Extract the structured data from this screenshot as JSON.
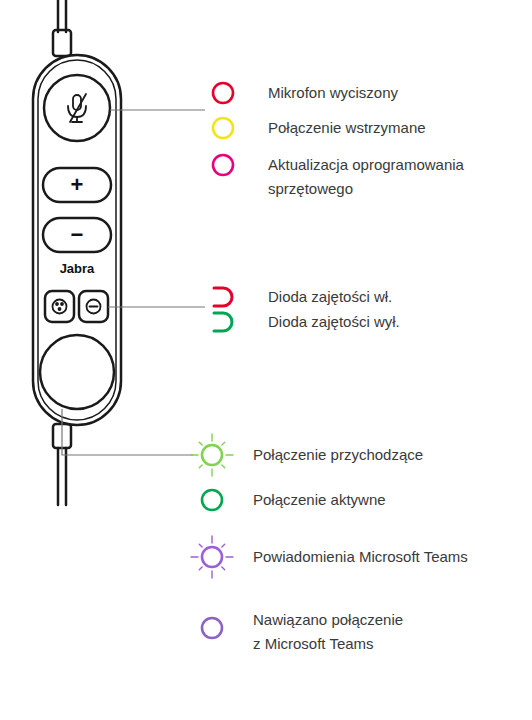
{
  "diagram": {
    "labels": [
      "+",
      "−",
      "Jabra"
    ],
    "legend": [
      {
        "text": "Mikrofon wyciszony",
        "color": "#e4002b"
      },
      {
        "text": "Połączenie wstrzymane",
        "color": "#f2e41c"
      },
      {
        "text": "Aktualizacja oprogramowania sprzętowego",
        "color": "#e6007e"
      },
      {
        "text": "Dioda zajętości wł.",
        "color": "#e4002b"
      },
      {
        "text": "Dioda zajętości wył.",
        "color": "#00a651"
      },
      {
        "text": "Połączenie przychodzące",
        "color": "#7fd34e"
      },
      {
        "text": "Połączenie aktywne",
        "color": "#00a651"
      },
      {
        "text": "Powiadomienia Microsoft Teams",
        "color": "#9b5fd6"
      },
      {
        "text": "Nawiązano połączenie z Microsoft Teams",
        "color": "#8a63c4"
      }
    ]
  }
}
